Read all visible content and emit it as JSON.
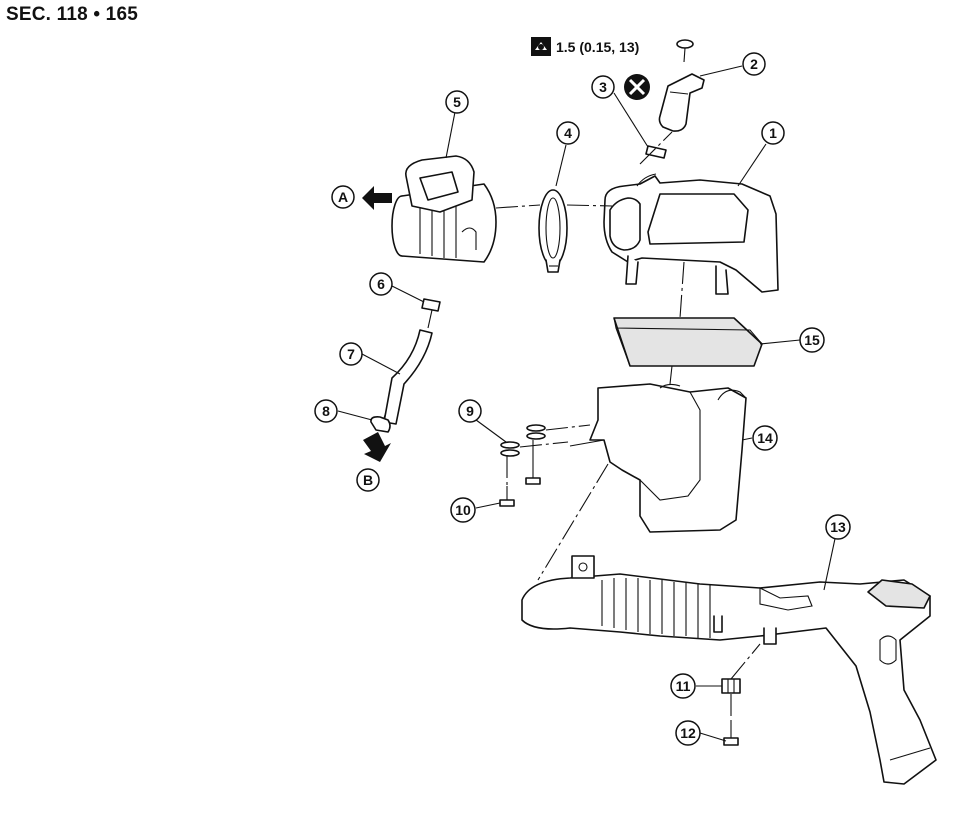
{
  "title": "SEC. 118 • 165",
  "torque": {
    "icon": "torque-wrench-icon",
    "label": "1.5 (0.15, 13)"
  },
  "do_not_reuse_icon": "crossed-circle-icon",
  "callouts": [
    {
      "id": "c1",
      "label": "1"
    },
    {
      "id": "c2",
      "label": "2"
    },
    {
      "id": "c3",
      "label": "3"
    },
    {
      "id": "c4",
      "label": "4"
    },
    {
      "id": "c5",
      "label": "5"
    },
    {
      "id": "c6",
      "label": "6"
    },
    {
      "id": "c7",
      "label": "7"
    },
    {
      "id": "c8",
      "label": "8"
    },
    {
      "id": "c9",
      "label": "9"
    },
    {
      "id": "c10",
      "label": "10"
    },
    {
      "id": "c11",
      "label": "11"
    },
    {
      "id": "c12",
      "label": "12"
    },
    {
      "id": "c13",
      "label": "13"
    },
    {
      "id": "c14",
      "label": "14"
    },
    {
      "id": "c15",
      "label": "15"
    }
  ],
  "arrows": [
    {
      "id": "A",
      "label": "A"
    },
    {
      "id": "B",
      "label": "B"
    }
  ]
}
